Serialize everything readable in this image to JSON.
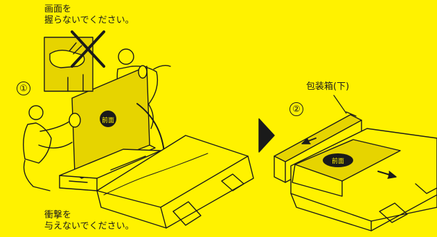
{
  "instructions": {
    "warning_top": "画面を\n握らないでください。",
    "warning_bottom": "衝撃を\n与えないでください。",
    "box_label": "包装箱(下)",
    "step1": "①",
    "step2": "②",
    "front_label_1": "前面",
    "front_label_2": "前面"
  },
  "colors": {
    "background": "#fff200",
    "line": "#1a1a1a",
    "panel": "#e6d400"
  },
  "icons": [
    "prohibit-x-icon",
    "step-arrow-icon",
    "curved-arrow-icon",
    "slide-arrow-icon"
  ]
}
